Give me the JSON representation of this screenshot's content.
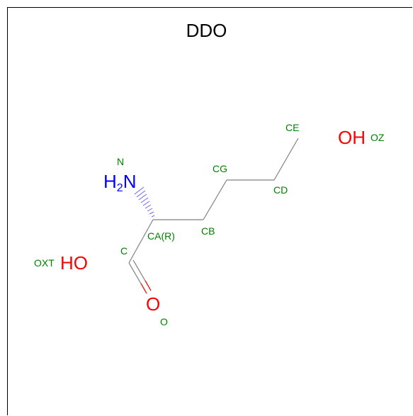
{
  "title": "DDO",
  "colors": {
    "bond": "#808080",
    "carbon_label": "#008000",
    "oxygen": "#ff0000",
    "nitrogen": "#0000ff",
    "text": "#000000"
  },
  "atoms": {
    "n": {
      "symbol": "H",
      "sub": "2",
      "element": "N",
      "name": "N"
    },
    "ca": {
      "name": "CA(R)"
    },
    "c": {
      "name": "C"
    },
    "oxt": {
      "symbol": "HO",
      "name": "OXT"
    },
    "o": {
      "symbol": "O",
      "name": "O"
    },
    "cb": {
      "name": "CB"
    },
    "cg": {
      "name": "CG"
    },
    "cd": {
      "name": "CD"
    },
    "ce": {
      "name": "CE"
    },
    "oz": {
      "symbol": "OH",
      "name": "OZ"
    }
  }
}
